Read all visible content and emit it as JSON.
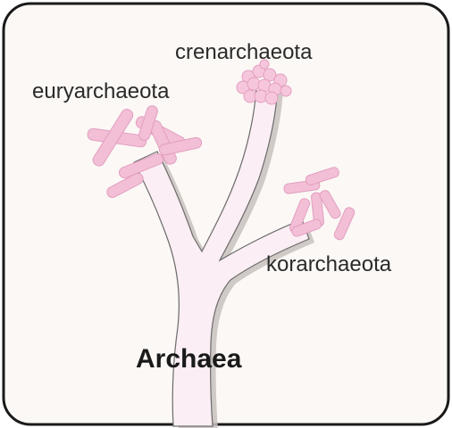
{
  "panel": {
    "border_color": "#1a1a1a",
    "background_color": "#fbf8f5"
  },
  "tree": {
    "trunk_color": "#fbeef4",
    "shadow_color": "#bdb6b4",
    "outline_color": "#6b6b6b"
  },
  "cells": {
    "fill_color": "#f2bfd6",
    "stroke_color": "#e39ec0"
  },
  "labels": {
    "domain": "Archaea",
    "branch_left": "euryarchaeota",
    "branch_top": "crenarchaeota",
    "branch_right": "korarchaeota"
  }
}
